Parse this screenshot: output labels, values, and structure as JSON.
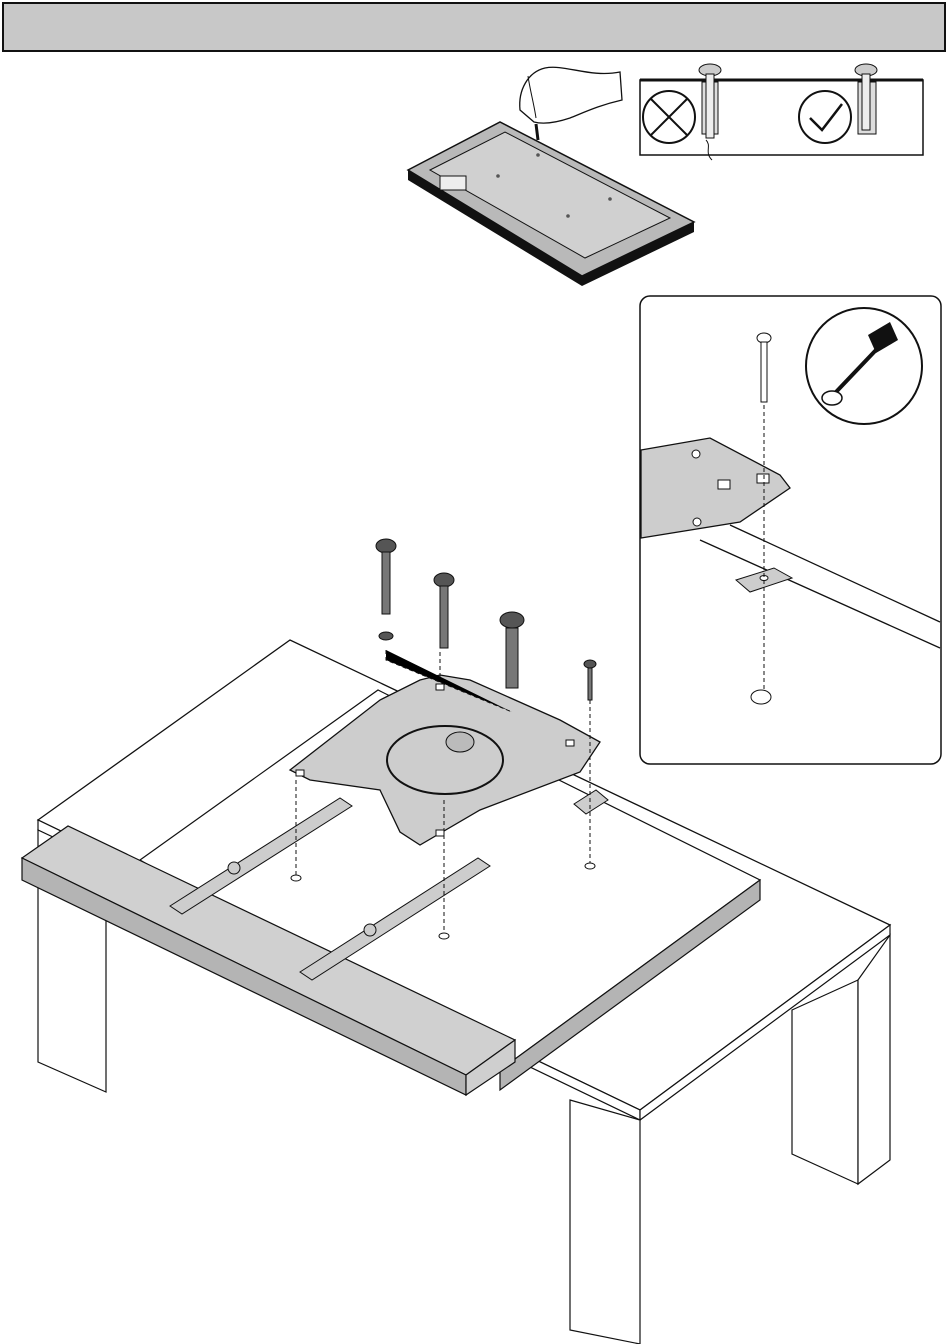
{
  "page": {
    "header_title": ""
  },
  "illustrations": [
    {
      "icon": "tv-on-table-screw-test-illustration"
    },
    {
      "icon": "screw-depth-incorrect-correct-comparison"
    },
    {
      "icon": "tv-backplate-and-straps-mounting-illustration"
    },
    {
      "icon": "detail-inset-screw-and-spacer"
    }
  ],
  "colors": {
    "panel_gray": "#cdcdcd",
    "frame_gray": "#b4b4b4",
    "dark": "#111111",
    "header_gray": "#c8c8c8"
  }
}
